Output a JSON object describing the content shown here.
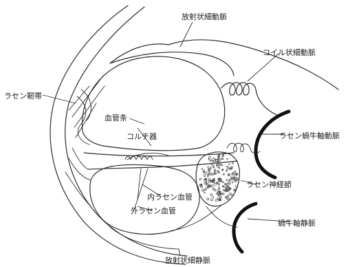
{
  "labels": {
    "radiating_arteriole": "放射状細動脈",
    "coiled_arteriole": "コイル状細動脈",
    "spiral_ligament": "ラセン靭帯",
    "stria_vascularis": "血管条",
    "organ_of_corti": "コルチ器",
    "spiral_modiolar_artery": "ラセン蝸牛軸動脈",
    "spiral_ganglion": "ラセン神経節",
    "inner_spiral_vessel": "内ラセン血管",
    "outer_spiral_vessel": "外ラセン血管",
    "modiolar_vein": "蝸牛軸静脈",
    "radiating_venule": "放射状細静脈"
  },
  "colors": {
    "line": "#2b2b2b",
    "background": "#ffffff"
  }
}
